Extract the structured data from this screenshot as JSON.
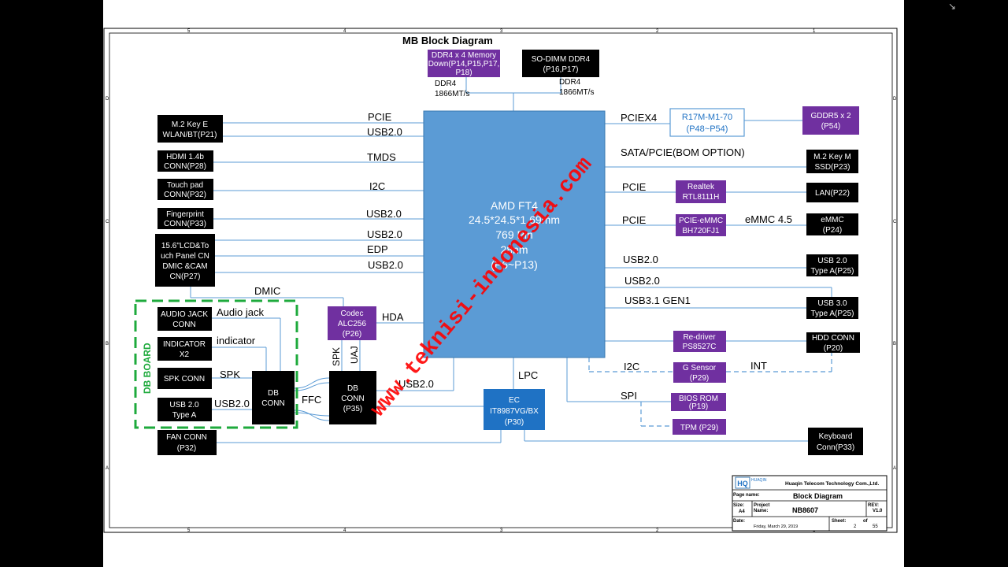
{
  "title": "MB Block Diagram",
  "cpu": [
    "AMD FT4",
    "24.5*24.5*1.69mm",
    "769 Pin",
    "28nm",
    "(P6~P13)"
  ],
  "memory": {
    "ddr4_down": [
      "DDR4 x 4 Memory",
      "Down(P14,P15,P17,",
      "P18)"
    ],
    "sodimm": [
      "SO-DIMM DDR4",
      "(P16,P17)"
    ],
    "speed_left": [
      "DDR4",
      "1866MT/s"
    ],
    "speed_right": [
      "DDR4",
      "1866MT/s"
    ]
  },
  "left_blocks": {
    "m2e": [
      "M.2 Key E",
      "WLAN/BT(P21)"
    ],
    "hdmi": [
      "HDMI 1.4b",
      "CONN(P28)"
    ],
    "touchpad": [
      "Touch pad",
      "CONN(P32)"
    ],
    "fingerprint": [
      "Fingerprint",
      "CONN(P33)"
    ],
    "lcd": [
      "15.6\"LCD&To",
      "uch Panel CN",
      "DMIC &CAM",
      "CN(P27)"
    ],
    "audiojack": [
      "AUDIO JACK",
      "CONN"
    ],
    "indicator": [
      "INDICATOR",
      "X2"
    ],
    "spkconn": [
      "SPK CONN"
    ],
    "usb2a": [
      "USB 2.0",
      "Type A"
    ],
    "fan": [
      "FAN  CONN",
      "(P32)"
    ],
    "dbconn_left": [
      "DB",
      "CONN"
    ],
    "dbconn_p35": [
      "DB",
      "CONN",
      "(P35)"
    ]
  },
  "codec": [
    "Codec",
    "ALC256",
    "(P26)"
  ],
  "ec": [
    "EC",
    "IT8987VG/BX",
    "(P30)"
  ],
  "right_blocks": {
    "r17m": [
      "R17M-M1-70",
      "(P48~P54)"
    ],
    "gddr5": [
      "GDDR5 x 2",
      "(P54)"
    ],
    "m2m": [
      "M.2 Key M",
      "SSD(P23)"
    ],
    "realtek": [
      "Realtek",
      "RTL8111H"
    ],
    "lan": [
      "LAN(P22)"
    ],
    "pcie_emmc": [
      "PCIE-eMMC",
      "BH720FJ1"
    ],
    "emmc": [
      "eMMC",
      "(P24)"
    ],
    "usb2_typea": [
      "USB 2.0",
      "Type A(P25)"
    ],
    "usb3_typea": [
      "USB 3.0",
      "Type A(P25)"
    ],
    "redriver": [
      "Re-driver",
      "PS8527C"
    ],
    "hdd": [
      "HDD CONN",
      "(P20)"
    ],
    "gsensor": [
      "G Sensor",
      "(P29)"
    ],
    "biosrom": [
      "BIOS ROM",
      "(P19)"
    ],
    "tpm": [
      "TPM (P29)"
    ],
    "keyboard": [
      "Keyboard",
      "Conn(P33)"
    ]
  },
  "bus_labels": {
    "pcie_m2e": "PCIE",
    "usb_m2e": "USB2.0",
    "tmds": "TMDS",
    "i2c_tp": "I2C",
    "usb_fp": "USB2.0",
    "usb_lcd1": "USB2.0",
    "edp": "EDP",
    "usb_lcd2": "USB2.0",
    "dmic": "DMIC",
    "hda": "HDA",
    "audio_jack": "Audio jack",
    "indicator": "indicator",
    "spk": "SPK",
    "usb_db": "USB2.0",
    "spk_v": "SPK",
    "uaj_v": "UAJ",
    "ffc": "FFC",
    "usb_dbp35": "USB2.0",
    "lpc": "LPC",
    "pciex4": "PCIEX4",
    "sata_pcie": "SATA/PCIE(BOM OPTION)",
    "pcie_lan": "PCIE",
    "pcie_emmc": "PCIE",
    "emmc45": "eMMC 4.5",
    "usb_r1": "USB2.0",
    "usb_r2": "USB2.0",
    "usb31": "USB3.1  GEN1",
    "i2c_gs": "I2C",
    "int": "INT",
    "spi": "SPI"
  },
  "db_board_label": "DB BOARD",
  "watermark": "www.teknisi-indonesia.com",
  "titleblock": {
    "company": "Huaqin Telecom Technology Com.,Ltd.",
    "page_name_label": "Page name:",
    "page_name": "Block Diagram",
    "size_label": "Size:",
    "size": "A4",
    "project_label": "Project",
    "name_label": "Name:",
    "project": "NB8607",
    "rev_label": "REV:",
    "rev": "V1.0",
    "date_label": "Date:",
    "date": "Friday, March 29, 2019",
    "sheet_label": "Sheet:",
    "sheet": "2",
    "of_label": "of",
    "total": "55",
    "logo": "HQ",
    "logo_text": "HUAQIN"
  },
  "grid": {
    "top": [
      "5",
      "4",
      "3",
      "2",
      "1"
    ],
    "bottom": [
      "5",
      "4",
      "3",
      "2",
      "1"
    ],
    "left": [
      "D",
      "C",
      "B",
      "A"
    ],
    "right": [
      "D",
      "C",
      "B",
      "A"
    ]
  },
  "colors": {
    "cpu": "#5b9bd5",
    "purple": "#7030a0",
    "black": "#000000",
    "blue_box": "#1f72c4",
    "line": "#5b9bd5",
    "db_dash": "#1eaa3c",
    "watermark": "#ff0000"
  }
}
